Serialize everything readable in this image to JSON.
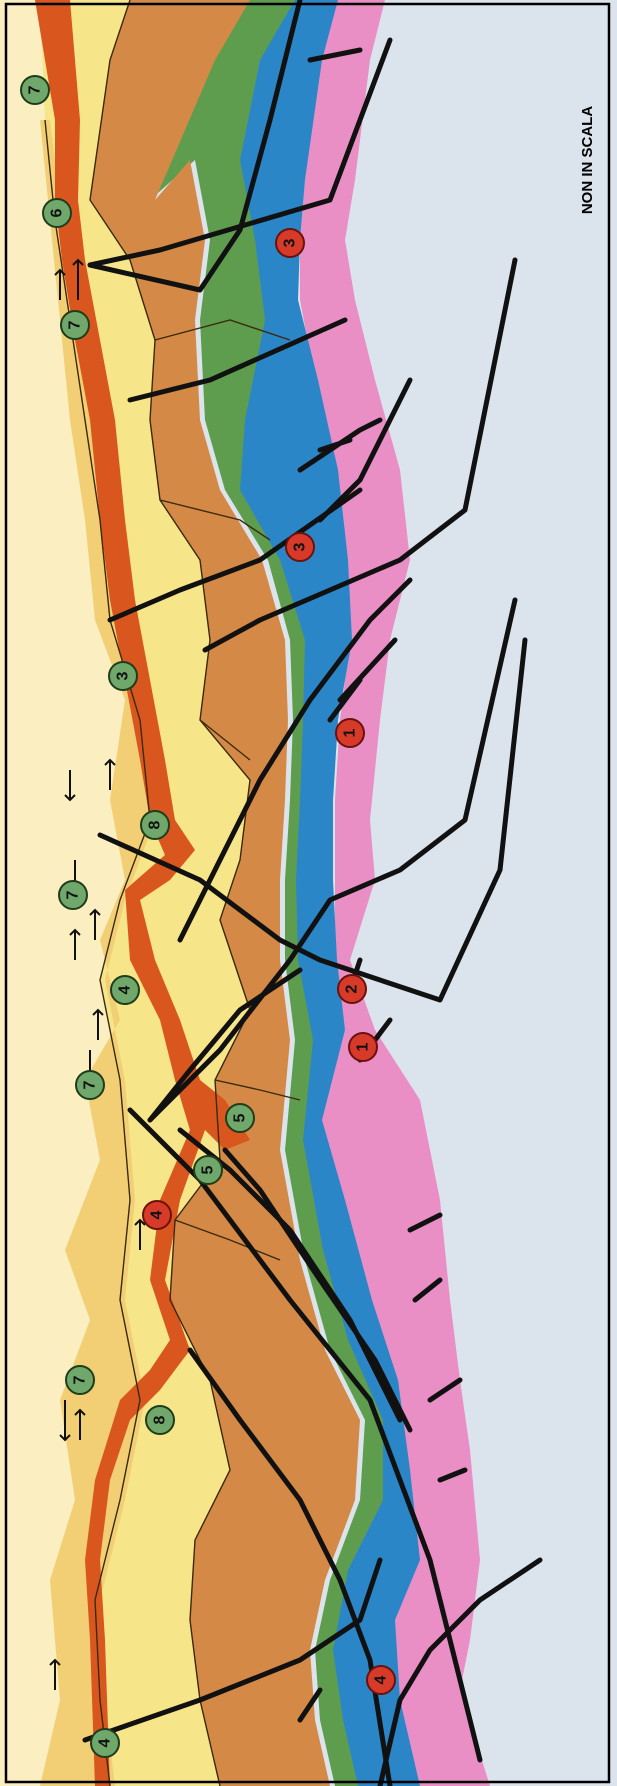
{
  "scale_note": "NON IN SCALA",
  "colors": {
    "background": "#dbe4ec",
    "pink": "#e98fc6",
    "blue": "#2b86c8",
    "green": "#5f9d4e",
    "brown": "#d48a46",
    "yellow": "#f7e58a",
    "light_yellow": "#fbeec0",
    "orange_red": "#d9561e",
    "sand": "#f2cf75"
  },
  "markers": {
    "green": [
      {
        "label": "7"
      },
      {
        "label": "6"
      },
      {
        "label": "7"
      },
      {
        "label": "3"
      },
      {
        "label": "7"
      },
      {
        "label": "8"
      },
      {
        "label": "4"
      },
      {
        "label": "7"
      },
      {
        "label": "5"
      },
      {
        "label": "5"
      },
      {
        "label": "7"
      },
      {
        "label": "8"
      },
      {
        "label": "4"
      }
    ],
    "red": [
      {
        "label": "3"
      },
      {
        "label": "3"
      },
      {
        "label": "1"
      },
      {
        "label": "2"
      },
      {
        "label": "1"
      },
      {
        "label": "4"
      },
      {
        "label": "4"
      }
    ]
  }
}
